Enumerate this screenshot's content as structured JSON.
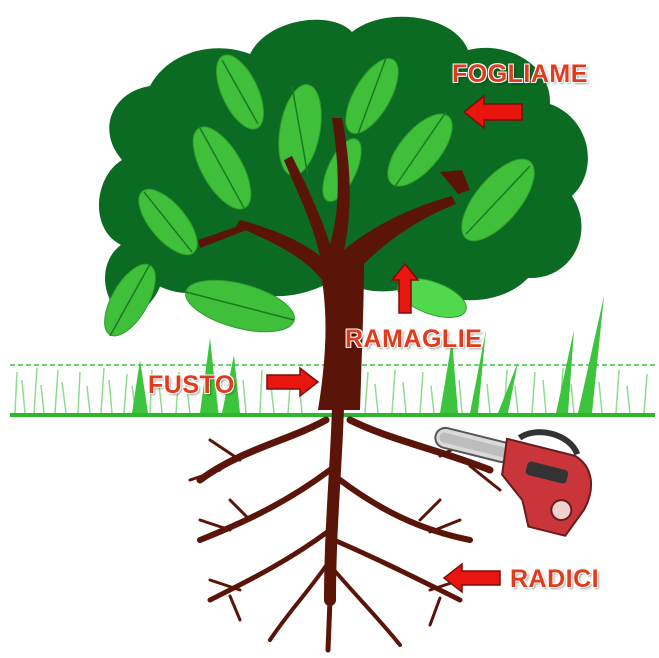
{
  "labels": {
    "foliage": "FOGLIAME",
    "branches": "RAMAGLIE",
    "trunk": "FUSTO",
    "roots": "RADICI"
  },
  "colors": {
    "label": "#e23a1c",
    "arrow": "#e8160f",
    "canopy_dark": "#0b6b22",
    "leaf_light": "#3fbf3a",
    "trunk": "#5b1508",
    "grass": "#3cc43c",
    "chainsaw": "#c9353b"
  }
}
